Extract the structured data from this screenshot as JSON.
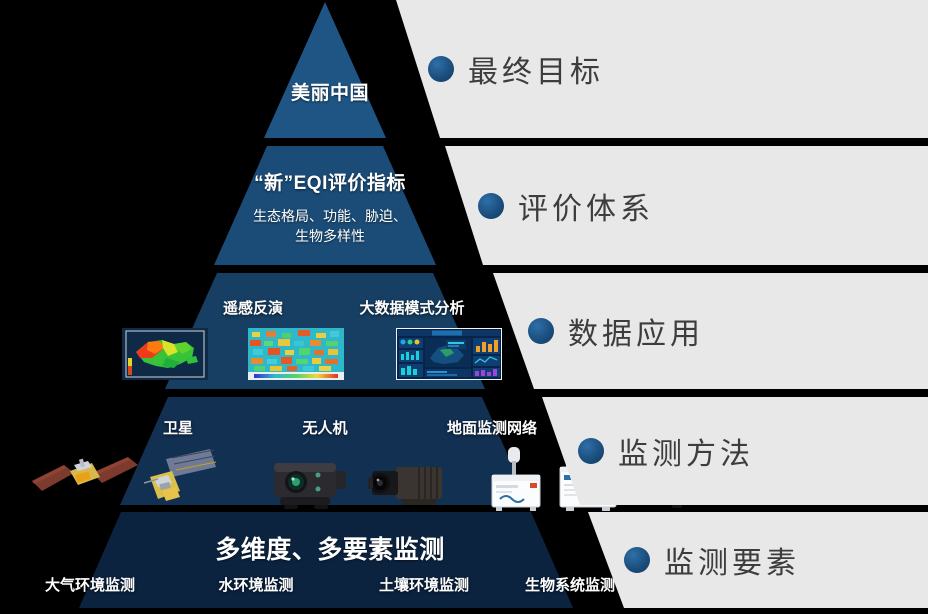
{
  "diagram": {
    "type": "pyramid-hierarchy",
    "levels": 5,
    "colors": {
      "tier1": "#1F5585",
      "tier2": "#1A4C77",
      "tier3": "#173F63",
      "tier4": "#123052",
      "tier5": "#0C2340",
      "panel": "#E8E8E8",
      "panel_text": "#3D3D3D",
      "dot": "#1B4F7E",
      "background": "#000000"
    }
  },
  "tiers": [
    {
      "id": "tier1",
      "title": "美丽中国",
      "subtitle": "",
      "panel_label": "最终目标",
      "items": []
    },
    {
      "id": "tier2",
      "title": "“新”EQI评价指标",
      "subtitle": "生态格局、功能、胁迫、\n生物多样性",
      "subtitle_line1": "生态格局、功能、胁迫、",
      "subtitle_line2": "生物多样性",
      "panel_label": "评价体系",
      "items": []
    },
    {
      "id": "tier3",
      "title": "",
      "panel_label": "数据应用",
      "items": [
        {
          "label": "遥感反演",
          "thumb": "china-ndvi-map-thumbnail"
        },
        {
          "label": "大数据模式分析",
          "thumb": "global-raster-map-thumbnail"
        }
      ],
      "thumbnails": [
        "china-ndvi-map-thumbnail",
        "global-raster-heatmap-thumbnail",
        "data-dashboard-thumbnail",
        "china-dashboard-thumbnail"
      ]
    },
    {
      "id": "tier4",
      "title": "",
      "panel_label": "监测方法",
      "items": [
        {
          "label": "卫星",
          "icon": "satellite-icon"
        },
        {
          "label": "无人机",
          "icon": "drone-camera-icon"
        },
        {
          "label": "地面监测网络",
          "icon": "ground-station-icon"
        }
      ]
    },
    {
      "id": "tier5",
      "title": "多维度、多要素监测",
      "panel_label": "监测要素",
      "items": [
        {
          "label": "大气环境监测"
        },
        {
          "label": "水环境监测"
        },
        {
          "label": "土壤环境监测"
        },
        {
          "label": "生物系统监测"
        }
      ]
    }
  ]
}
